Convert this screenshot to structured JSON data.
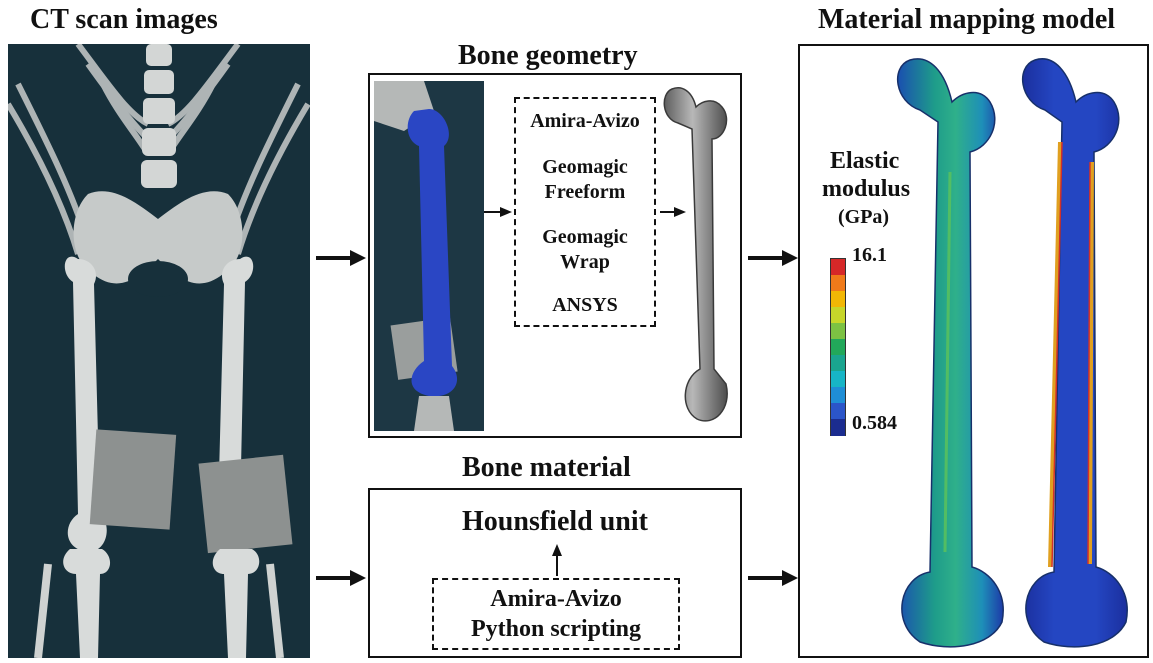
{
  "titles": {
    "ct_scan": "CT scan images",
    "bone_geometry": "Bone geometry",
    "material_mapping": "Material mapping model",
    "bone_material": "Bone material"
  },
  "geometry_tools": {
    "tool1": "Amira-Avizo",
    "tool2_line1": "Geomagic",
    "tool2_line2": "Freeform",
    "tool3_line1": "Geomagic",
    "tool3_line2": "Wrap",
    "tool4": "ANSYS"
  },
  "material": {
    "result": "Hounsfield unit",
    "tool_line1": "Amira-Avizo",
    "tool_line2": "Python scripting"
  },
  "legend": {
    "title_line1": "Elastic",
    "title_line2": "modulus",
    "unit": "(GPa)",
    "max_value": "16.1",
    "min_value": "0.584",
    "colors": [
      "#d62828",
      "#f07a1a",
      "#f2b705",
      "#c7d62a",
      "#7cc243",
      "#22a85a",
      "#1aa58f",
      "#17b5c6",
      "#1f8ed6",
      "#2b55c9",
      "#1b2c8f"
    ]
  },
  "colors": {
    "ct_background": "#17303b",
    "bone_blue": "#2a46c4",
    "bone_gray": "#8c8c8c"
  }
}
